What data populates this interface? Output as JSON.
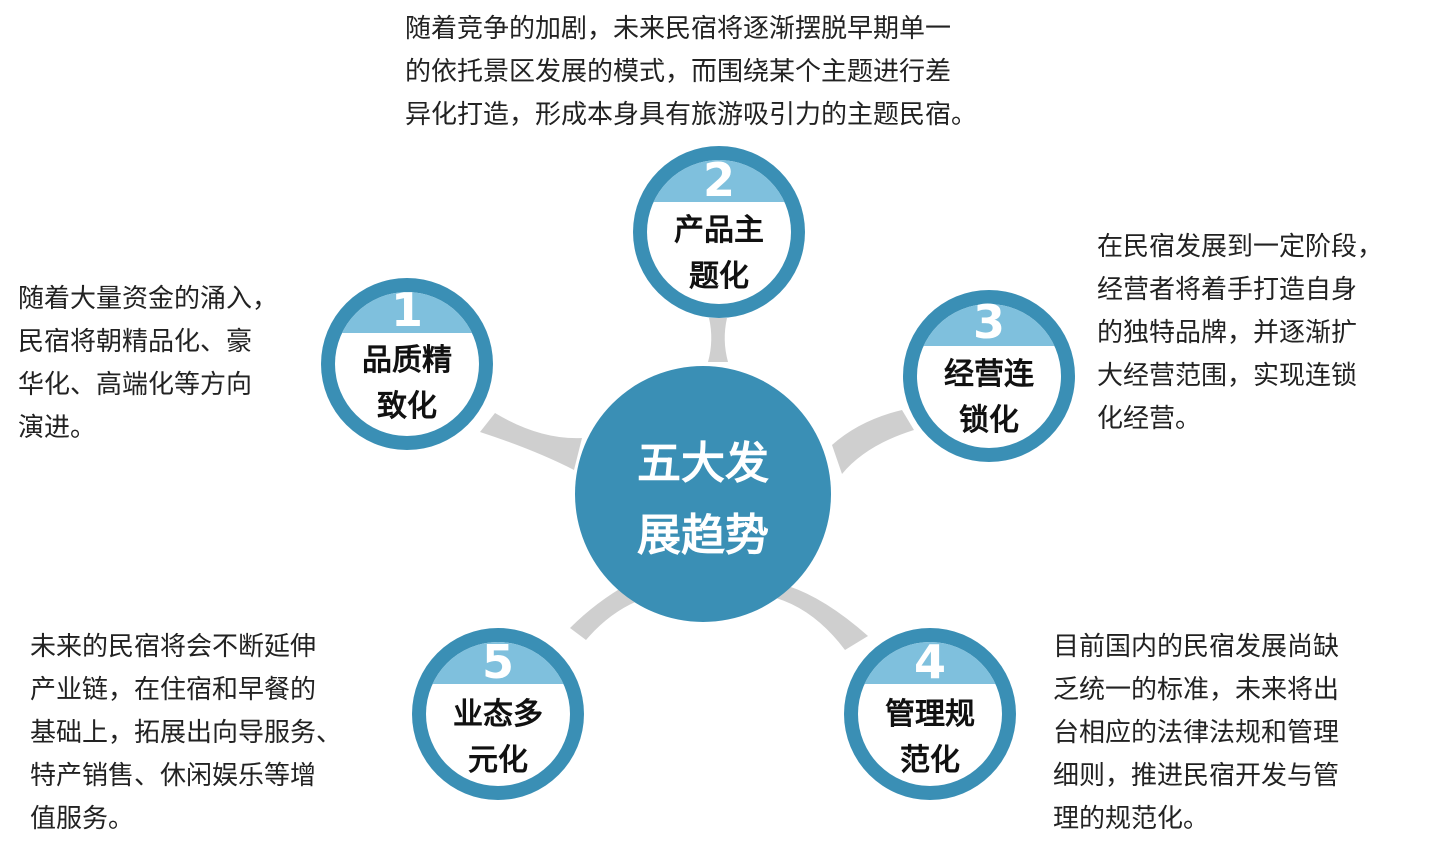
{
  "center": {
    "lines": [
      "五大发",
      "展趋势"
    ]
  },
  "colors": {
    "ring": "#3a8fb5",
    "center_fill": "#3a8fb5",
    "cap_fill": "#7fc0dd",
    "connector": "#cfcfcf",
    "number_text": "#ffffff",
    "label_text": "#111111",
    "desc_text": "#222222"
  },
  "nodes": [
    {
      "number": "1",
      "title_lines": [
        "品质精",
        "致化"
      ],
      "description_lines": [
        "随着大量资金的涌入，",
        "民宿将朝精品化、豪",
        "华化、高端化等方向",
        "演进。"
      ]
    },
    {
      "number": "2",
      "title_lines": [
        "产品主",
        "题化"
      ],
      "description_lines": [
        "随着竞争的加剧，未来民宿将逐渐摆脱早期单一",
        "的依托景区发展的模式，而围绕某个主题进行差",
        "异化打造，形成本身具有旅游吸引力的主题民宿。"
      ]
    },
    {
      "number": "3",
      "title_lines": [
        "经营连",
        "锁化"
      ],
      "description_lines": [
        "在民宿发展到一定阶段，",
        "经营者将着手打造自身",
        "的独特品牌，并逐渐扩",
        "大经营范围，实现连锁",
        "化经营。"
      ]
    },
    {
      "number": "4",
      "title_lines": [
        "管理规",
        "范化"
      ],
      "description_lines": [
        "目前国内的民宿发展尚缺",
        "乏统一的标准，未来将出",
        "台相应的法律法规和管理",
        "细则，推进民宿开发与管",
        "理的规范化。"
      ]
    },
    {
      "number": "5",
      "title_lines": [
        "业态多",
        "元化"
      ],
      "description_lines": [
        "未来的民宿将会不断延伸",
        "产业链，在住宿和早餐的",
        "基础上，拓展出向导服务、",
        "特产销售、休闲娱乐等增",
        "值服务。"
      ]
    }
  ]
}
